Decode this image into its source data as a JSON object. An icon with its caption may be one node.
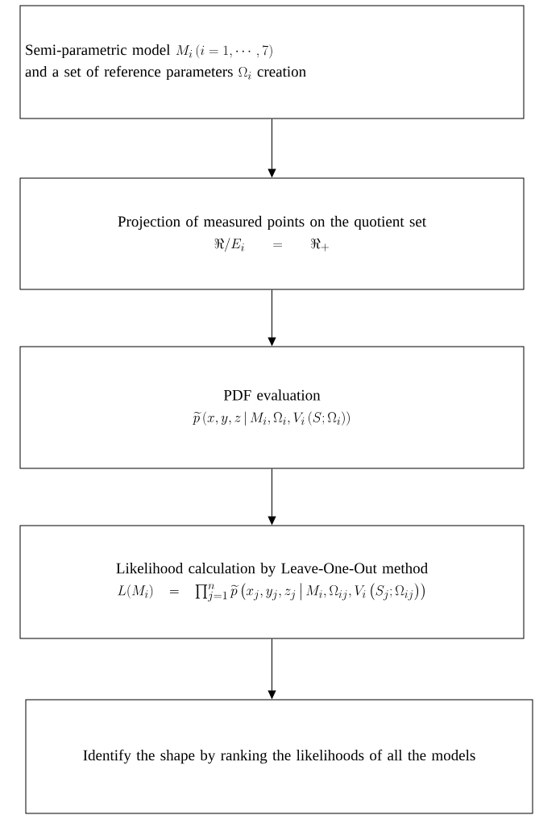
{
  "diagram": {
    "nodes": [
      {
        "text": [
          "Semi-parametric model",
          "M_{i}\\left(i=1,\\cdots,7\\right)",
          "and a set of reference parameters",
          "\\Omega_{i}",
          "creation"
        ]
      },
      {
        "text": [
          "Projection of measured points on the quotient set",
          "\\Re / E_{i} = \\Re_{+}"
        ]
      },
      {
        "text": [
          "PDF evaluation",
          "\\widetilde{p}\\left(x,y,z\\,\\middle|\\,M_{i},\\Omega_{i},V_{i}\\left(S;\\Omega_{i}\\right)\\right)"
        ]
      },
      {
        "text": [
          "Likelihood calculation by Leave-One-Out method",
          "L(M_{i})=\\prod_{j=1}^{n}\\widetilde{p}\\left(x_{j},y_{j},z_{j}\\,\\middle|\\,M_{i},\\Omega_{ij},V_{i}\\left(S_{j};\\Omega_{ij}\\right)\\right)"
        ]
      },
      {
        "text": [
          "Identify the shape by ranking the likelihoods of all the models"
        ]
      }
    ],
    "edges": [
      {
        "from": 0,
        "to": 1,
        "arrow": "to"
      },
      {
        "from": 1,
        "to": 2,
        "arrow": "to"
      },
      {
        "from": 2,
        "to": 3,
        "arrow": "to"
      },
      {
        "from": 3,
        "to": 4,
        "arrow": "to"
      }
    ]
  }
}
